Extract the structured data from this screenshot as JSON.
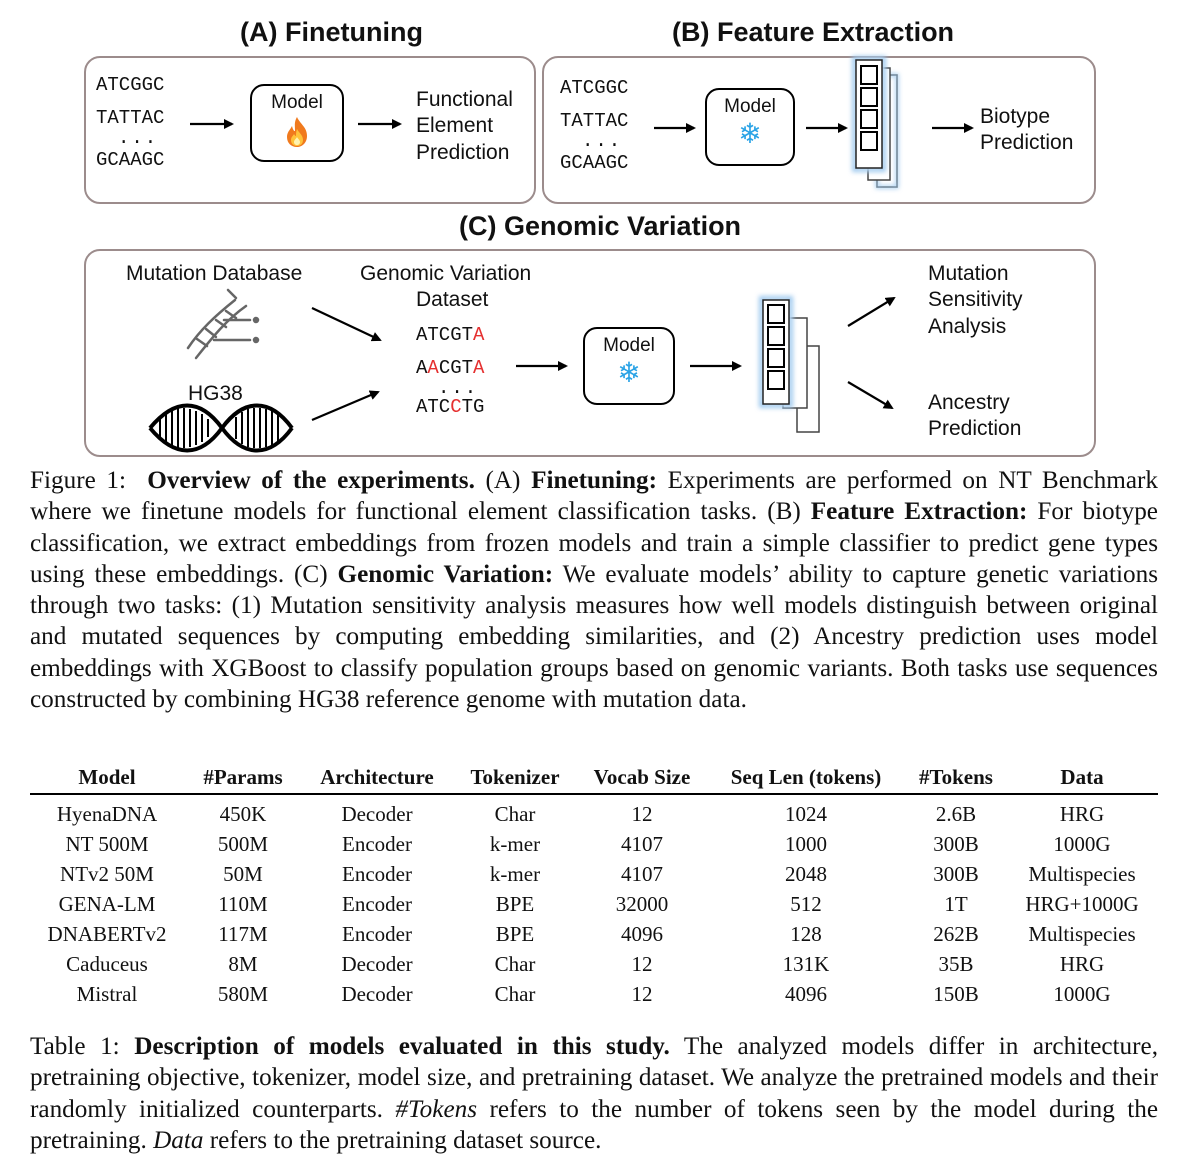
{
  "figure": {
    "panel_a": {
      "title": "(A) Finetuning",
      "sequences": [
        "ATCGGC",
        "TATTAC",
        "...",
        "GCAAGC"
      ],
      "model_label": "Model",
      "model_icon": "fire-icon",
      "output": [
        "Functional",
        "Element",
        "Prediction"
      ]
    },
    "panel_b": {
      "title": "(B) Feature Extraction",
      "sequences": [
        "ATCGGC",
        "TATTAC",
        "...",
        "GCAAGC"
      ],
      "model_label": "Model",
      "model_icon": "snowflake-icon",
      "output": [
        "Biotype",
        "Prediction"
      ]
    },
    "panel_c": {
      "title": "(C) Genomic Variation",
      "mutation_db_label": "Mutation Database",
      "hg38_label": "HG38",
      "dataset_label": [
        "Genomic Variation",
        "Dataset"
      ],
      "variant_sequences": [
        {
          "pre": "ATCGT",
          "mut": "A",
          "post": ""
        },
        {
          "pre": "A",
          "mut": "A",
          "mid": "CGT",
          "mut2": "A",
          "post": ""
        },
        {
          "pre": "ATC",
          "mut": "C",
          "post": "TG"
        }
      ],
      "dots": "...",
      "model_label": "Model",
      "model_icon": "snowflake-icon",
      "outputs": {
        "top": [
          "Mutation",
          "Sensitivity",
          "Analysis"
        ],
        "bottom": [
          "Ancestry",
          "Prediction"
        ]
      }
    },
    "colors": {
      "panel_border": "#9c8c8c",
      "mutation_red": "#e53030",
      "embedding_glow": "#9cc8ee"
    }
  },
  "figure_caption": {
    "prefix": "Figure 1:",
    "bold_title": "Overview of the experiments.",
    "a_label": "(A)",
    "a_bold": "Finetuning:",
    "a_text": "Experiments are performed on NT Benchmark where we finetune models for functional element classification tasks.",
    "b_label": "(B)",
    "b_bold": "Feature Extraction:",
    "b_text": "For biotype classification, we extract embeddings from frozen models and train a simple classifier to predict gene types using these embeddings.",
    "c_label": "(C)",
    "c_bold": "Genomic Variation:",
    "c_text": "We evaluate models’ ability to capture genetic variations through two tasks: (1) Mutation sensitivity analysis measures how well models distinguish between original and mutated sequences by computing embedding similarities, and (2) Ancestry prediction uses model embeddings with XGBoost to classify population groups based on genomic variants. Both tasks use sequences constructed by combining HG38 reference genome with mutation data."
  },
  "table": {
    "headers": [
      "Model",
      "#Params",
      "Architecture",
      "Tokenizer",
      "Vocab Size",
      "Seq Len (tokens)",
      "#Tokens",
      "Data"
    ],
    "rows": [
      [
        "HyenaDNA",
        "450K",
        "Decoder",
        "Char",
        "12",
        "1024",
        "2.6B",
        "HRG"
      ],
      [
        "NT 500M",
        "500M",
        "Encoder",
        "k-mer",
        "4107",
        "1000",
        "300B",
        "1000G"
      ],
      [
        "NTv2 50M",
        "50M",
        "Encoder",
        "k-mer",
        "4107",
        "2048",
        "300B",
        "Multispecies"
      ],
      [
        "GENA-LM",
        "110M",
        "Encoder",
        "BPE",
        "32000",
        "512",
        "1T",
        "HRG+1000G"
      ],
      [
        "DNABERTv2",
        "117M",
        "Encoder",
        "BPE",
        "4096",
        "128",
        "262B",
        "Multispecies"
      ],
      [
        "Caduceus",
        "8M",
        "Decoder",
        "Char",
        "12",
        "131K",
        "35B",
        "HRG"
      ],
      [
        "Mistral",
        "580M",
        "Decoder",
        "Char",
        "12",
        "4096",
        "150B",
        "1000G"
      ]
    ]
  },
  "table_caption": {
    "prefix": "Table 1:",
    "bold_title": "Description of models evaluated in this study.",
    "text1": "The analyzed models differ in architecture, pretraining objective, tokenizer, model size, and pretraining dataset. We analyze the pretrained models and their randomly initialized counterparts.",
    "italic1": "#Tokens",
    "text2": "refers to the number of tokens seen by the model during the pretraining.",
    "italic2": "Data",
    "text3": "refers to the pretraining dataset source."
  }
}
